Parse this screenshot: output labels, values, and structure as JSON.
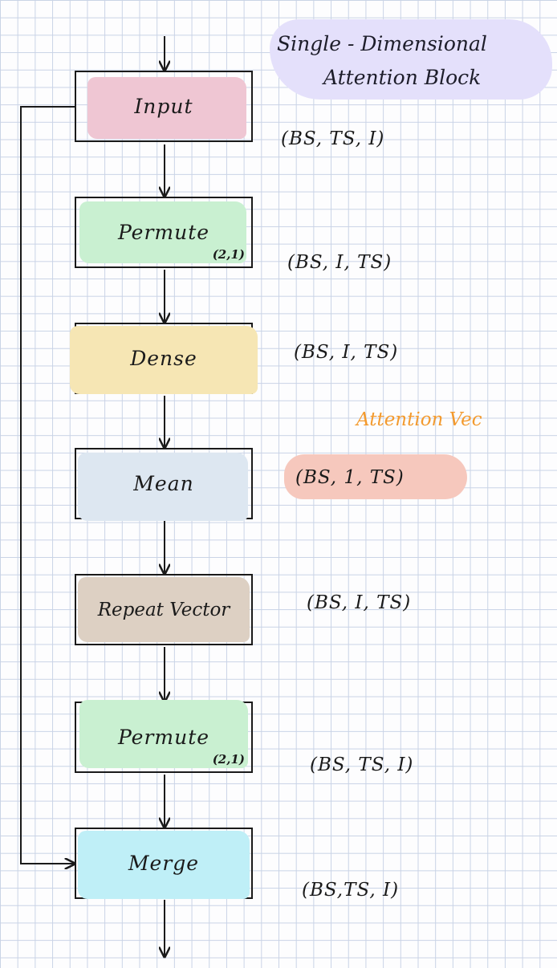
{
  "title": {
    "line1": "Single - Dimensional",
    "line2": "Attention Block"
  },
  "attention_label": "Attention Vec",
  "nodes": [
    {
      "label": "Input",
      "sub": "",
      "fill": "#efc6d3"
    },
    {
      "label": "Permute",
      "sub": "(2,1)",
      "fill": "#c9f0d1"
    },
    {
      "label": "Dense",
      "sub": "",
      "fill": "#f6e6b4"
    },
    {
      "label": "Mean",
      "sub": "",
      "fill": "#dde7f1"
    },
    {
      "label": "Repeat Vector",
      "sub": "",
      "fill": "#ddd0c3"
    },
    {
      "label": "Permute",
      "sub": "(2,1)",
      "fill": "#c9f0d1"
    },
    {
      "label": "Merge",
      "sub": "",
      "fill": "#bfeff7"
    }
  ],
  "shapes": [
    "(BS, TS, I)",
    "(BS, I, TS)",
    "(BS, I, TS)",
    "(BS, 1, TS)",
    "(BS, I, TS)",
    "(BS, TS, I)",
    "(BS,TS, I)"
  ],
  "colors": {
    "attention": "#f39a2e",
    "attention_highlight": "#f6c8bd",
    "title_highlight": "#e4e0fb",
    "grid": "#c9d3e6"
  }
}
